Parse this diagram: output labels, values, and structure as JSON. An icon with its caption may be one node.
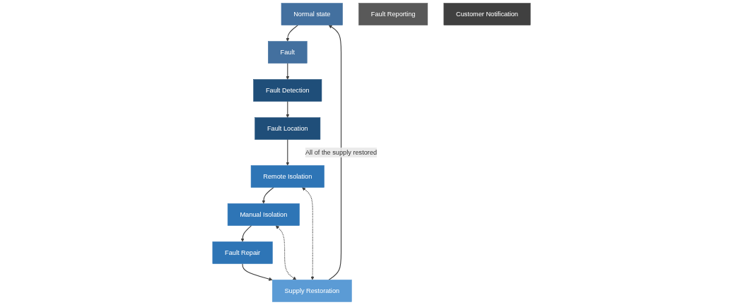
{
  "diagram": {
    "nodes": [
      {
        "text": [
          "Normal state"
        ]
      },
      {
        "text": [
          "Fault"
        ]
      },
      {
        "text": [
          "Fault Detection"
        ]
      },
      {
        "text": [
          "Fault Location"
        ]
      },
      {
        "text": [
          "Remote Isolation"
        ]
      },
      {
        "text": [
          "Manual Isolation"
        ]
      },
      {
        "text": [
          "Supply Restoration"
        ]
      },
      {
        "text": [
          "Fault Repair"
        ]
      },
      {
        "text": [
          "Fault Reporting"
        ]
      },
      {
        "text": [
          "Customer Notification"
        ]
      }
    ],
    "edges": [
      {
        "from": 0,
        "to": 1,
        "arrow": "to"
      },
      {
        "from": 1,
        "to": 2,
        "arrow": "to"
      },
      {
        "from": 2,
        "to": 3,
        "arrow": "to"
      },
      {
        "from": 3,
        "to": 4,
        "arrow": "to"
      },
      {
        "from": 4,
        "to": 5,
        "arrow": "to"
      },
      {
        "from": 5,
        "to": 7,
        "arrow": "to"
      },
      {
        "from": 7,
        "to": 6,
        "arrow": "to"
      },
      {
        "from": 4,
        "to": 6,
        "arrow": "both",
        "style": "dashed"
      },
      {
        "from": 5,
        "to": 6,
        "arrow": "both",
        "style": "dashed"
      },
      {
        "from": 6,
        "to": 0,
        "arrow": "to",
        "label": "All of the supply restored"
      }
    ]
  }
}
